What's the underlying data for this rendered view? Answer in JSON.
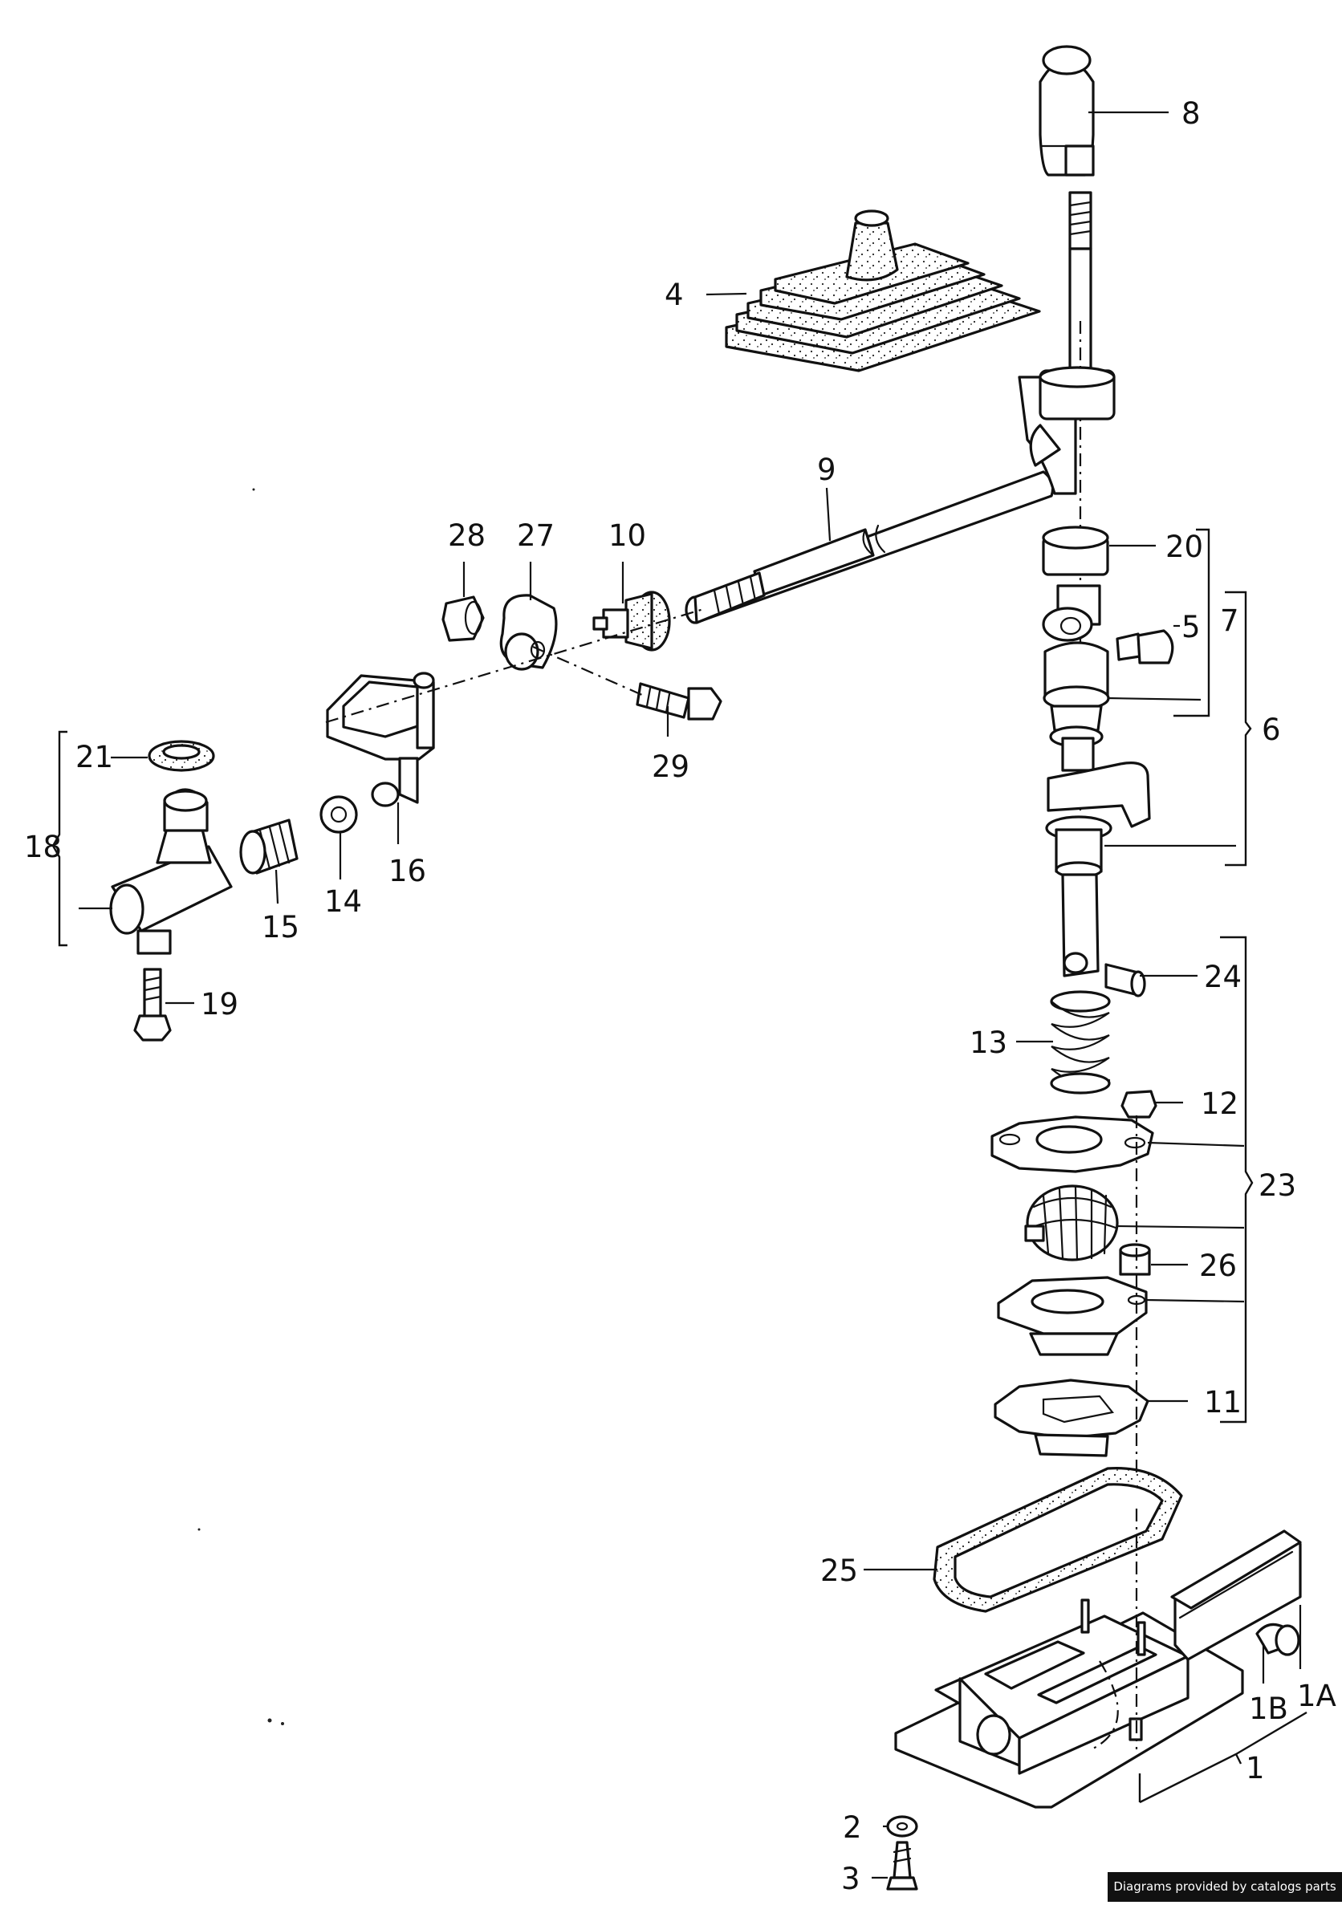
{
  "callouts": {
    "c1": "1",
    "c1A": "1A",
    "c1B": "1B",
    "c2": "2",
    "c3": "3",
    "c4": "4",
    "c5": "5",
    "c6": "6",
    "c7": "7",
    "c8": "8",
    "c9": "9",
    "c10": "10",
    "c11": "11",
    "c12": "12",
    "c13": "13",
    "c14": "14",
    "c15": "15",
    "c16": "16",
    "c18": "18",
    "c19": "19",
    "c20": "20",
    "c21": "21",
    "c23": "23",
    "c24": "24",
    "c25": "25",
    "c26": "26",
    "c27": "27",
    "c28": "28",
    "c29": "29"
  },
  "credit": "Diagrams provided by catalogs parts"
}
